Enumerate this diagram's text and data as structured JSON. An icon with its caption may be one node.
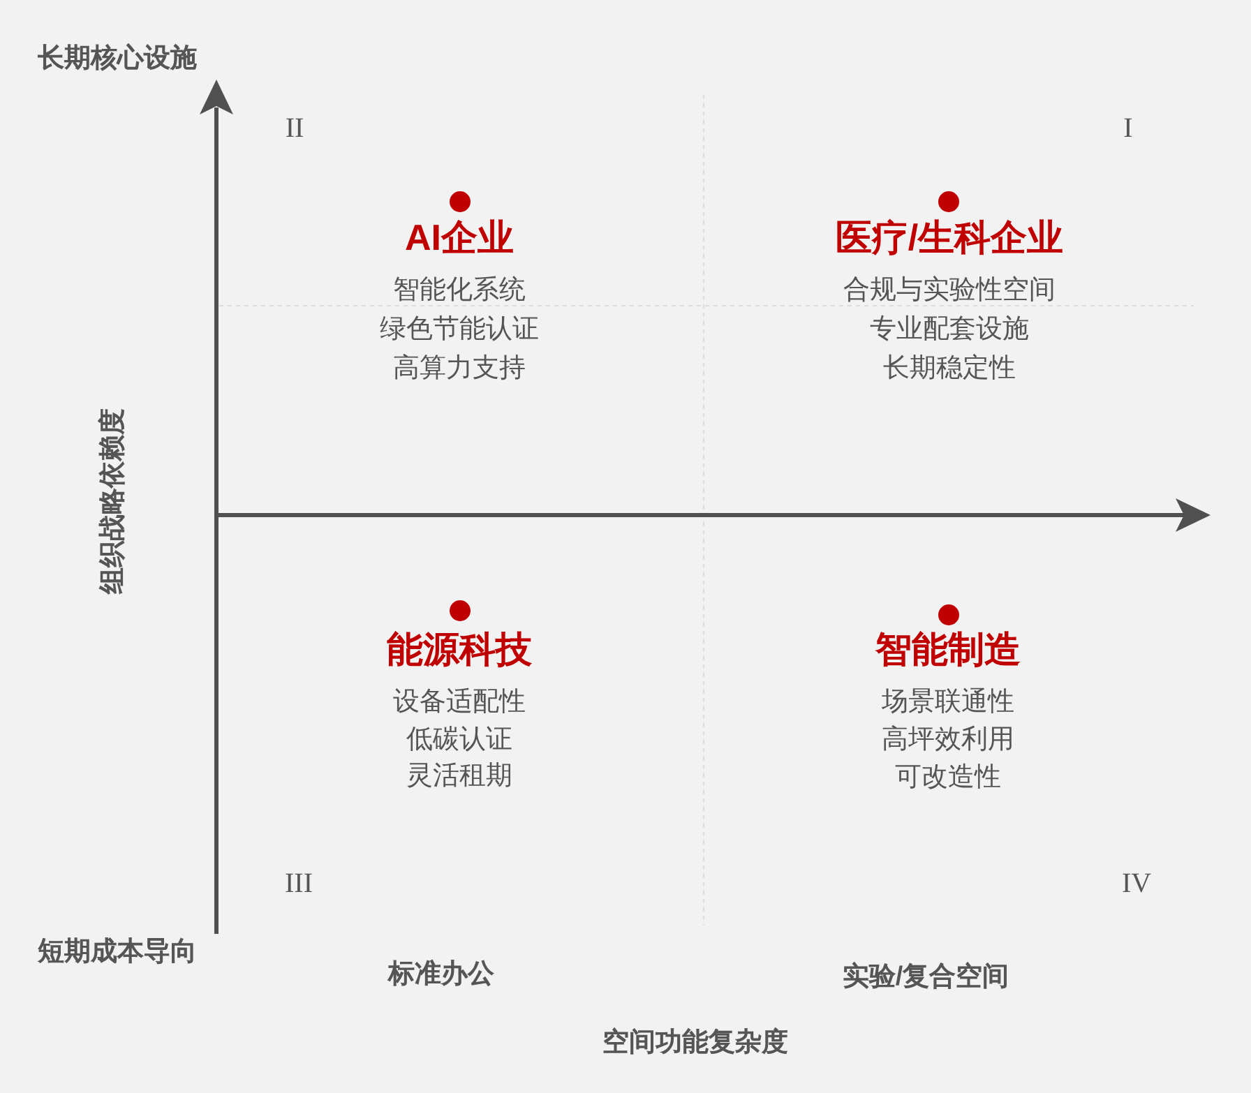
{
  "diagram": {
    "labels": [
      "长期核心设施",
      "II",
      "I",
      "AI企业",
      "智能化系统",
      "绿色节能认证",
      "高算力支持",
      "医疗/生科企业",
      "合规与实验性空间",
      "专业配套设施",
      "长期稳定性",
      "组织战略依赖度",
      "能源科技",
      "设备适配性",
      "低碳认证",
      "灵活租期",
      "智能制造",
      "场景联通性",
      "高坪效利用",
      "可改造性",
      "III",
      "IV",
      "短期成本导向",
      "标准办公",
      "实验/复合空间",
      "空间功能复杂度"
    ]
  }
}
